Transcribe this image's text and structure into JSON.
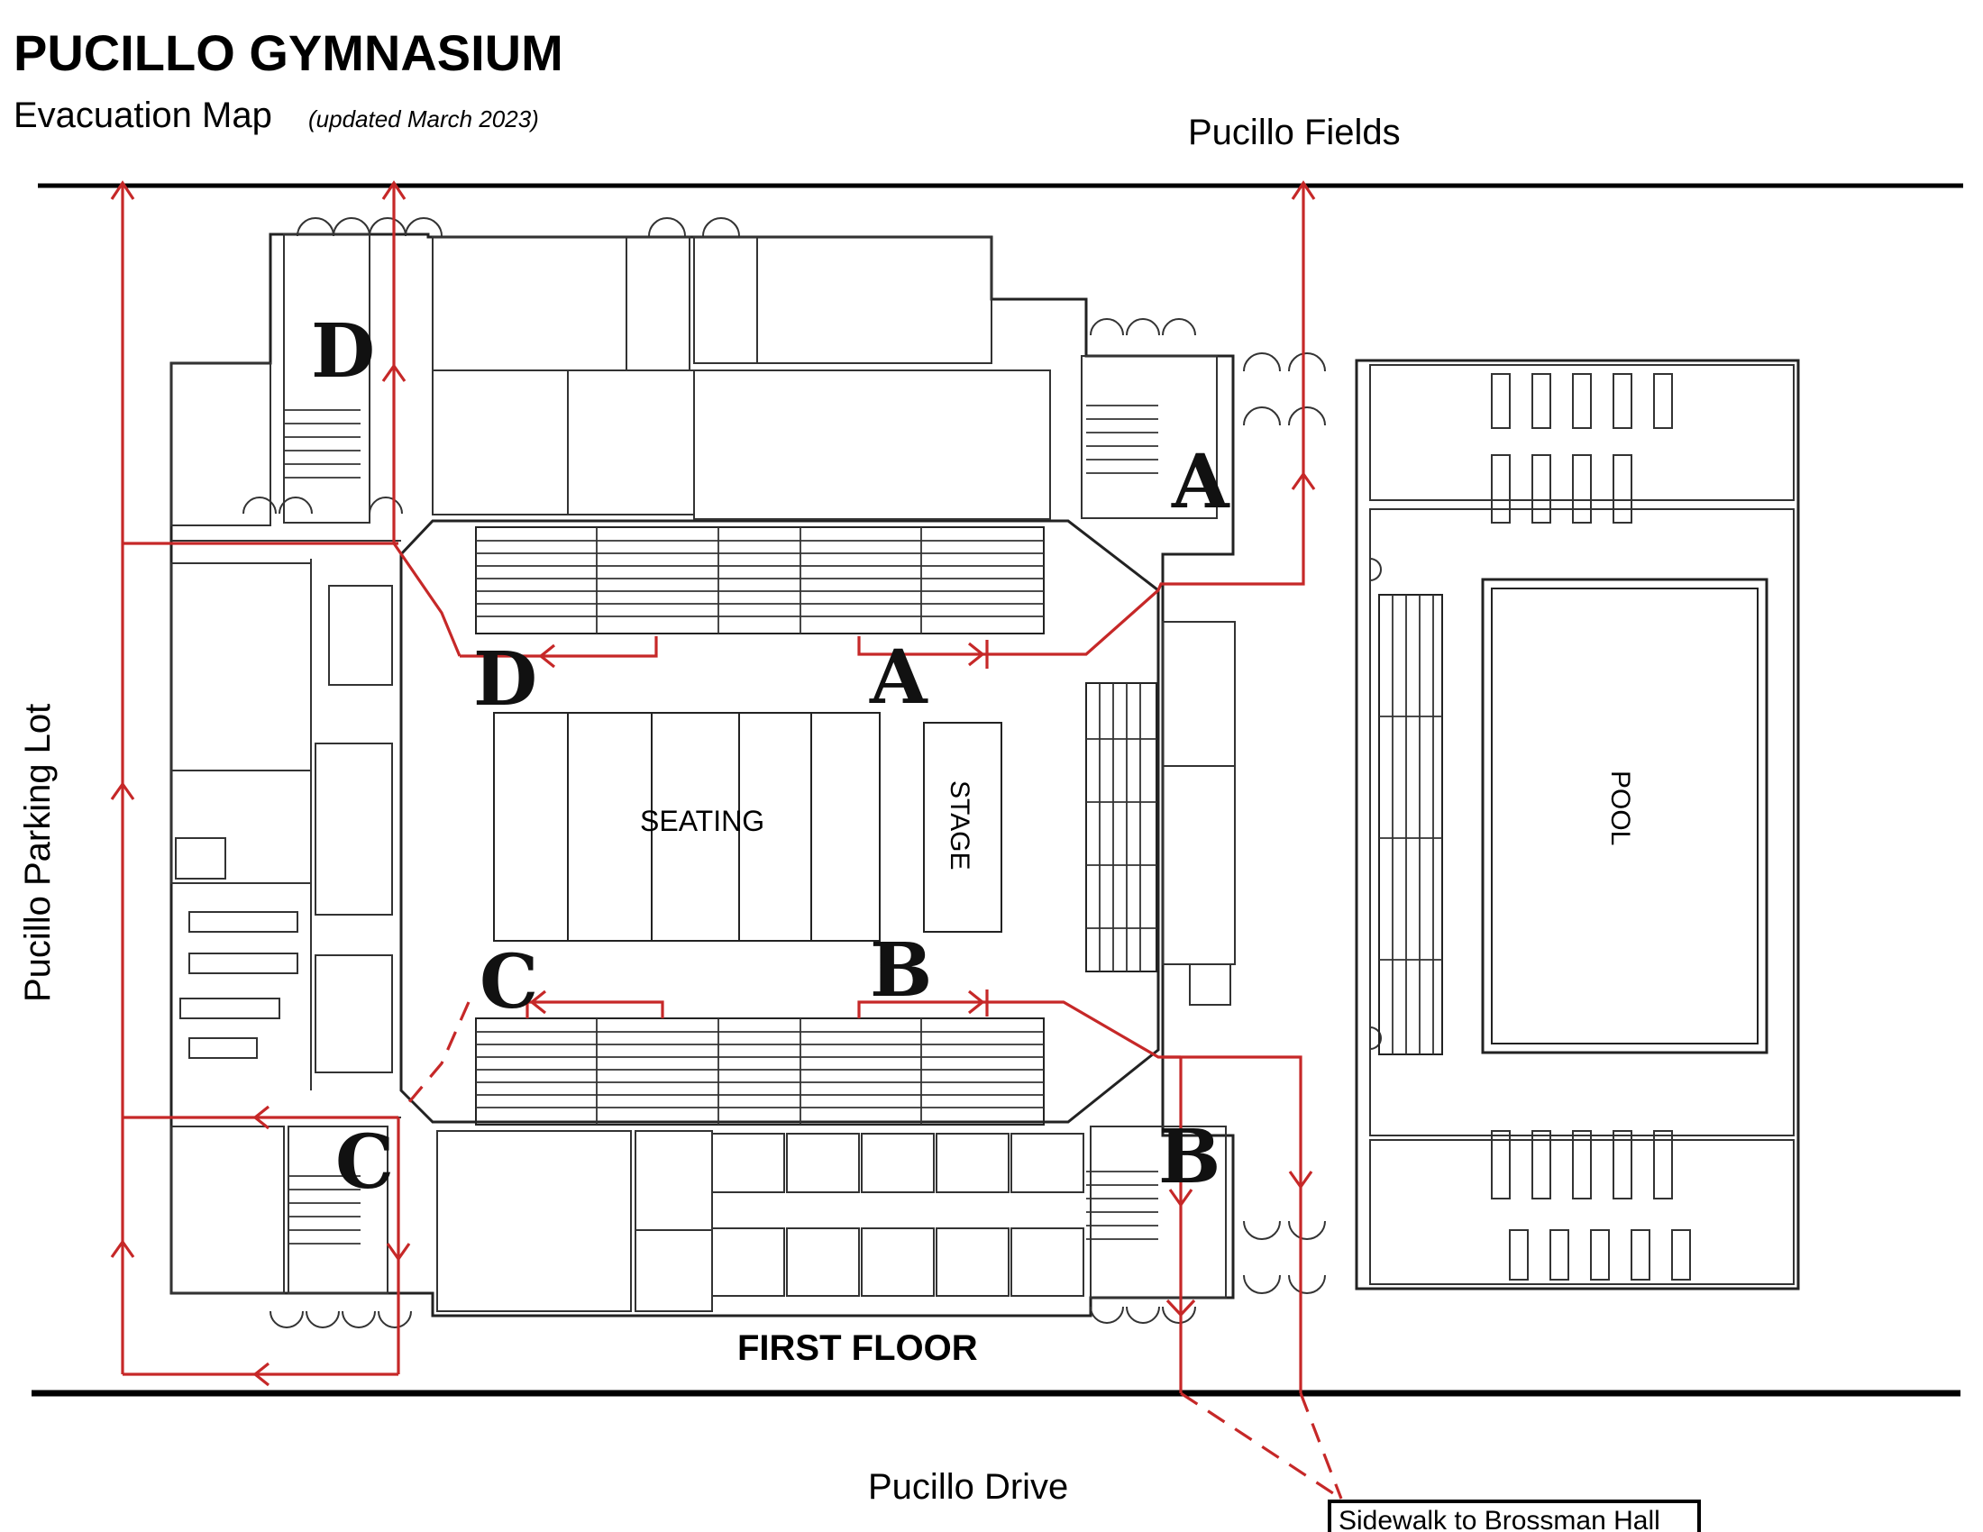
{
  "title": "PUCILLO GYMNASIUM",
  "subtitle": "Evacuation Map",
  "updated": "(updated March 2023)",
  "surroundings": {
    "north": "Pucillo Fields",
    "south": "Pucillo Drive",
    "west": "Pucillo Parking Lot",
    "sidewalk": "Sidewalk to Brossman Hall"
  },
  "rooms": {
    "seating": "SEATING",
    "stage": "STAGE",
    "pool": "POOL"
  },
  "floor_label": "FIRST FLOOR",
  "exit_markers": {
    "a": "A",
    "b": "B",
    "c": "C",
    "d": "D"
  },
  "route_color": "#c62828"
}
